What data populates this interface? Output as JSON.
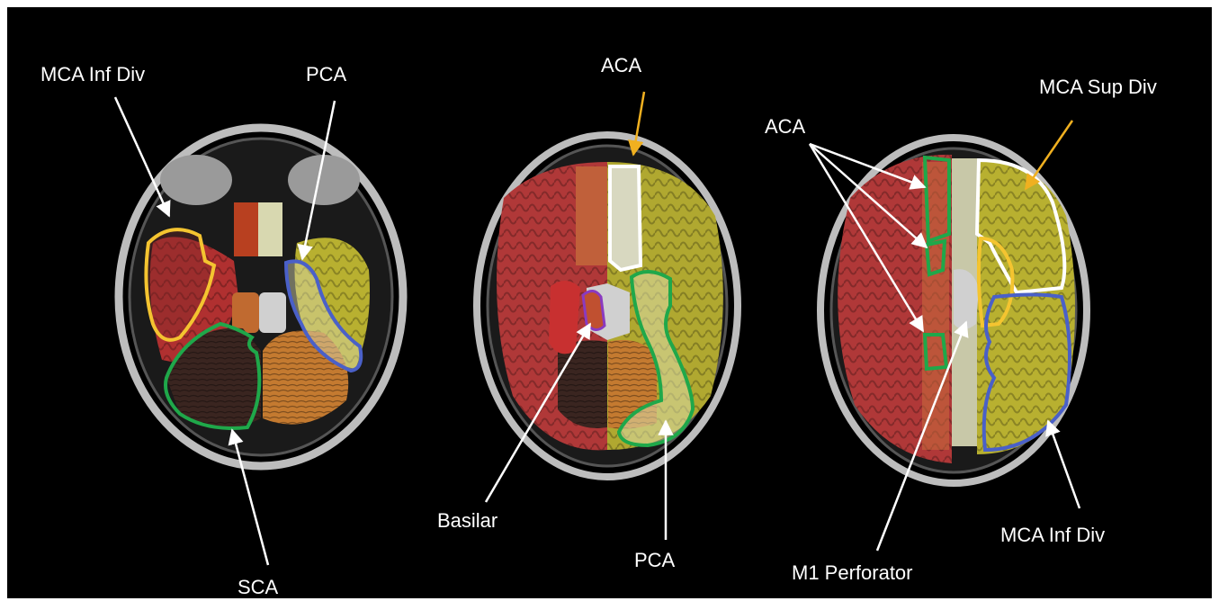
{
  "figure": {
    "panels": [
      {
        "name": "left-slice",
        "labels": {
          "mca_inf_div": "MCA Inf Div",
          "pca": "PCA",
          "sca": "SCA"
        }
      },
      {
        "name": "middle-slice",
        "labels": {
          "aca": "ACA",
          "basilar": "Basilar",
          "pca": "PCA"
        }
      },
      {
        "name": "right-slice",
        "labels": {
          "aca": "ACA",
          "mca_sup_div": "MCA Sup Div",
          "mca_inf_div": "MCA Inf Div",
          "m1_perforator": "M1 Perforator"
        }
      }
    ]
  },
  "colors": {
    "background": "#000000",
    "skull": "#c8c8c8",
    "aca_region": "#d4d4b0",
    "mca_inf_div_region": "#b83a3a",
    "mca_region_right": "#c9c23a",
    "pca_region": "#c8b070",
    "sca_region": "#3a2520",
    "cerebellum_orange": "#c47a30",
    "pons_gray": "#d0d0d0",
    "outline_yellow": "#f4c430",
    "outline_white": "#ffffff",
    "outline_green": "#1fa84a",
    "outline_blue": "#4a60c8",
    "outline_purple": "#8a3ac0",
    "arrow_white": "#ffffff",
    "arrow_yellow": "#f0b020",
    "label_text": "#ffffff"
  }
}
